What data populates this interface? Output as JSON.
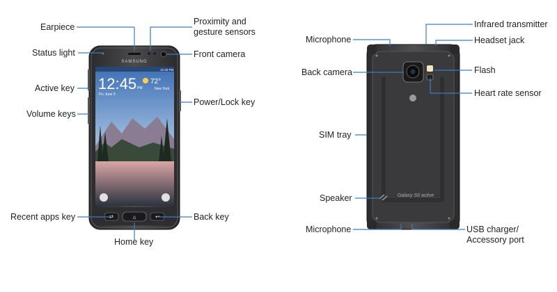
{
  "front": {
    "brand": "SAMSUNG",
    "clock": "12:45",
    "ampm": "PM",
    "date": "Fri, June 5",
    "temperature": "72°",
    "location": "New York",
    "status_time": "12:45 PM",
    "labels": {
      "earpiece": "Earpiece",
      "status_light": "Status light",
      "active_key": "Active key",
      "volume_keys": "Volume keys",
      "recent_apps_key": "Recent apps key",
      "home_key": "Home key",
      "back_key": "Back key",
      "proximity_1": "Proximity and",
      "proximity_2": "gesture sensors",
      "front_camera": "Front camera",
      "power_lock_key": "Power/Lock key"
    }
  },
  "back": {
    "model_text": "Galaxy S6 active",
    "labels": {
      "microphone_top": "Microphone",
      "back_camera": "Back camera",
      "sim_tray": "SIM tray",
      "speaker": "Speaker",
      "microphone_bottom": "Microphone",
      "infrared_transmitter": "Infrared transmitter",
      "headset_jack": "Headset jack",
      "flash": "Flash",
      "heart_rate_sensor": "Heart rate sensor",
      "usb_1": "USB charger/",
      "usb_2": "Accessory port"
    }
  },
  "colors": {
    "leader": "#3a7cc4",
    "phone_body": "#3b3b3d",
    "phone_dark": "#1f1f21"
  }
}
